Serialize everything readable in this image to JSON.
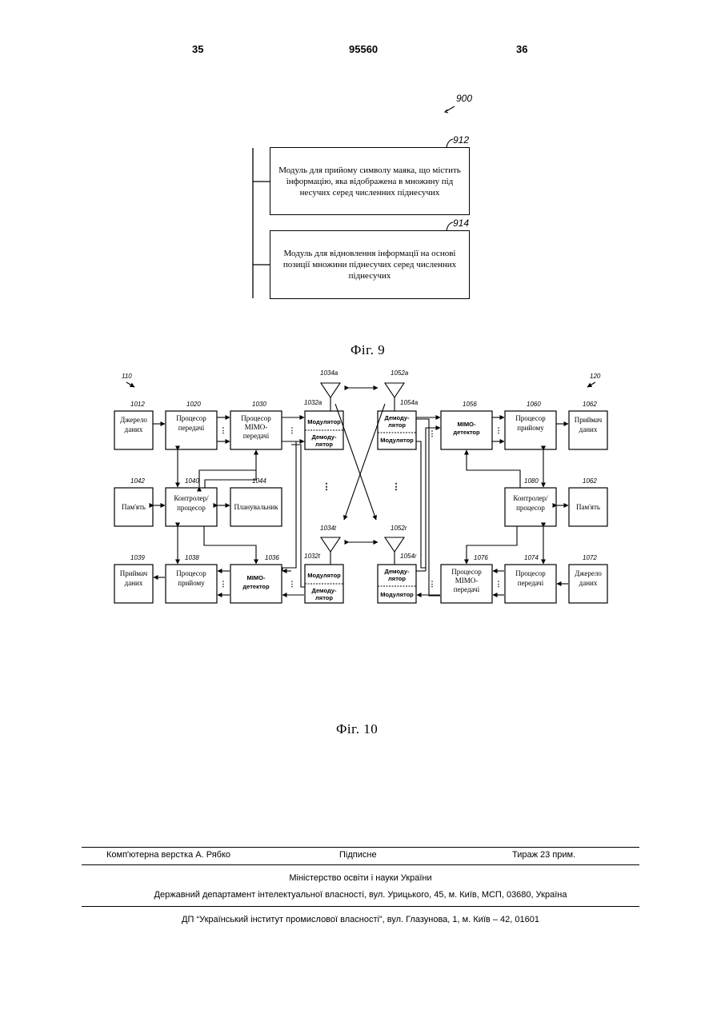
{
  "header": {
    "page_left": "35",
    "page_center": "95560",
    "page_right": "36"
  },
  "fig9": {
    "ref_main": "900",
    "box1_ref": "912",
    "box1_text": "Модуль для прийому символу маяка, що містить інформацію, яка відображена в множину під несучих серед численних піднесучих",
    "box2_ref": "914",
    "box2_text": "Модуль для відновлення інформації на основі позиції множини піднесучих серед численних піднесучих",
    "caption": "Фіг. 9"
  },
  "fig10": {
    "ref_left": "110",
    "ref_right": "120",
    "caption": "Фіг. 10",
    "blocks": {
      "b1012": {
        "ref": "1012",
        "l1": "Джерело",
        "l2": "даних"
      },
      "b1020": {
        "ref": "1020",
        "l1": "Процесор",
        "l2": "передачі"
      },
      "b1030": {
        "ref": "1030",
        "l1": "Процесор",
        "l2": "MIMO-",
        "l3": "передачі"
      },
      "b1032a": {
        "ref": "1032a",
        "top": "Модулятор",
        "bot1": "Демоду-",
        "bot2": "лятор"
      },
      "b1034a": {
        "ref": "1034a"
      },
      "b1052a": {
        "ref": "1052a"
      },
      "b1054a": {
        "ref": "1054a",
        "top1": "Демоду-",
        "top2": "лятор",
        "bot": "Модулятор"
      },
      "b1056": {
        "ref": "1056",
        "l1": "MIMO-",
        "l2": "детектор"
      },
      "b1060": {
        "ref": "1060",
        "l1": "Процесор",
        "l2": "прийому"
      },
      "b1062a": {
        "ref": "1062",
        "l1": "Приймач",
        "l2": "даних"
      },
      "b1042": {
        "ref": "1042",
        "l1": "Пам'ять"
      },
      "b1040": {
        "ref": "1040",
        "l1": "Контролер/",
        "l2": "процесор"
      },
      "b1044": {
        "ref": "1044",
        "l1": "Планувальник"
      },
      "b1080": {
        "ref": "1080",
        "l1": "Контролер/",
        "l2": "процесор"
      },
      "b1062b": {
        "ref": "1062",
        "l1": "Пам'ять"
      },
      "b1039": {
        "ref": "1039",
        "l1": "Приймач",
        "l2": "даних"
      },
      "b1038": {
        "ref": "1038",
        "l1": "Процесор",
        "l2": "прийому"
      },
      "b1036": {
        "ref": "1036",
        "l1": "MIMO-",
        "l2": "детектор"
      },
      "b1032t": {
        "ref": "1032t",
        "top": "Модулятор",
        "bot1": "Демоду-",
        "bot2": "лятор"
      },
      "b1034t": {
        "ref": "1034t"
      },
      "b1052r": {
        "ref": "1052r"
      },
      "b1054r": {
        "ref": "1054r",
        "top1": "Демоду-",
        "top2": "лятор",
        "bot": "Модулятор"
      },
      "b1076": {
        "ref": "1076",
        "l1": "Процесор",
        "l2": "MIMO-",
        "l3": "передачі"
      },
      "b1074": {
        "ref": "1074",
        "l1": "Процесор",
        "l2": "передачі"
      },
      "b1072": {
        "ref": "1072",
        "l1": "Джерело",
        "l2": "даних"
      }
    }
  },
  "footer": {
    "layout": "Комп'ютерна верстка А. Рябко",
    "signed": "Підписне",
    "copies": "Тираж 23 прим.",
    "ministry": "Міністерство освіти і науки України",
    "department": "Державний департамент інтелектуальної власності, вул. Урицького, 45, м. Київ, МСП, 03680, Україна",
    "institute": "ДП “Український інститут промислової власності”, вул. Глазунова, 1, м. Київ – 42, 01601"
  }
}
